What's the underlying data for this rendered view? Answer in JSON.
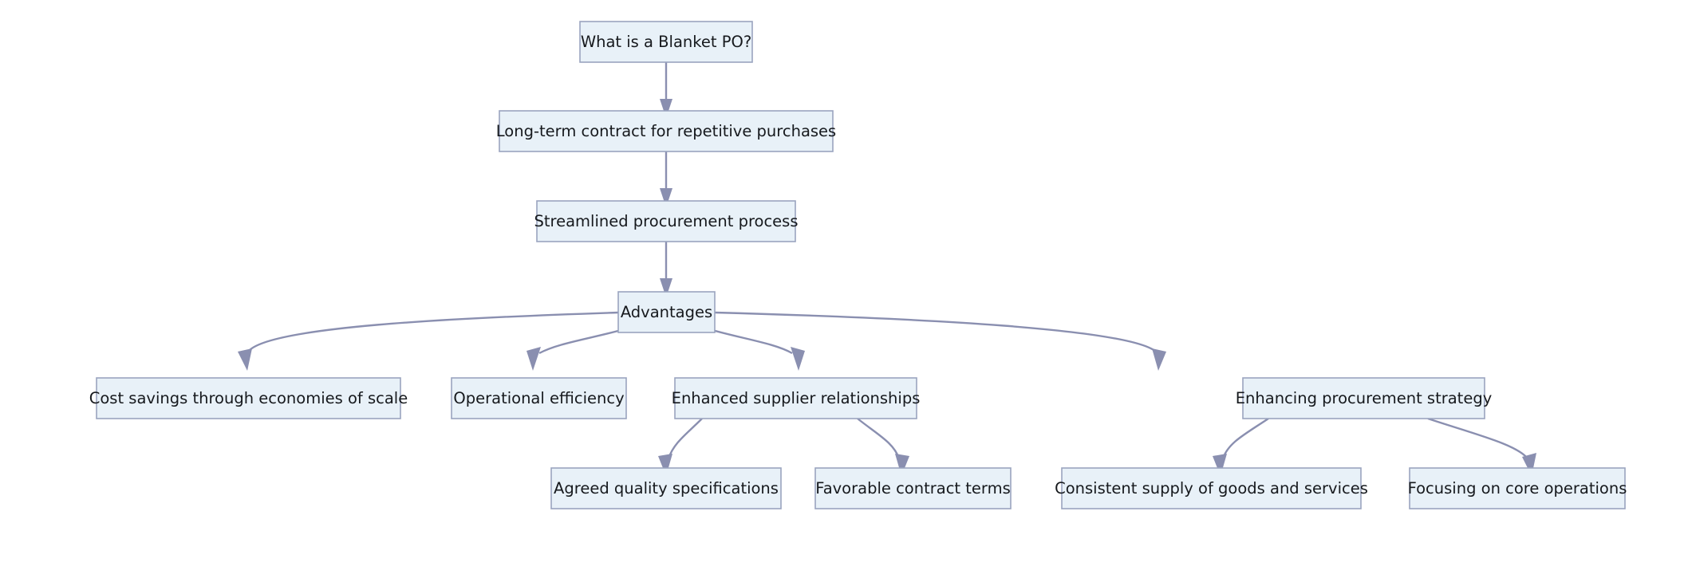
{
  "diagram": {
    "title": "What is a Blanket PO?",
    "type": "flowchart",
    "direction": "top-down",
    "background_color": "#ffffff",
    "node_fill_color": "#e8f1f8",
    "node_border_color": "#9aa4bf",
    "edge_color": "#8a8fb0",
    "text_color": "#16191d"
  },
  "nodes": [
    {
      "id": "n1",
      "label": "What is a Blanket PO?"
    },
    {
      "id": "n2",
      "label": "Long-term contract for repetitive purchases"
    },
    {
      "id": "n3",
      "label": "Streamlined procurement process"
    },
    {
      "id": "n4",
      "label": "Advantages"
    },
    {
      "id": "n5",
      "label": "Cost savings through economies of scale"
    },
    {
      "id": "n6",
      "label": "Operational efficiency"
    },
    {
      "id": "n7",
      "label": "Enhanced supplier relationships"
    },
    {
      "id": "n8",
      "label": "Enhancing procurement strategy"
    },
    {
      "id": "n9",
      "label": "Agreed quality specifications"
    },
    {
      "id": "n10",
      "label": "Favorable contract terms"
    },
    {
      "id": "n11",
      "label": "Consistent supply of goods and services"
    },
    {
      "id": "n12",
      "label": "Focusing on core operations"
    }
  ],
  "edges": [
    {
      "from": "n1",
      "to": "n2"
    },
    {
      "from": "n2",
      "to": "n3"
    },
    {
      "from": "n3",
      "to": "n4"
    },
    {
      "from": "n4",
      "to": "n5"
    },
    {
      "from": "n4",
      "to": "n6"
    },
    {
      "from": "n4",
      "to": "n7"
    },
    {
      "from": "n4",
      "to": "n8"
    },
    {
      "from": "n7",
      "to": "n9"
    },
    {
      "from": "n7",
      "to": "n10"
    },
    {
      "from": "n8",
      "to": "n11"
    },
    {
      "from": "n8",
      "to": "n12"
    }
  ]
}
